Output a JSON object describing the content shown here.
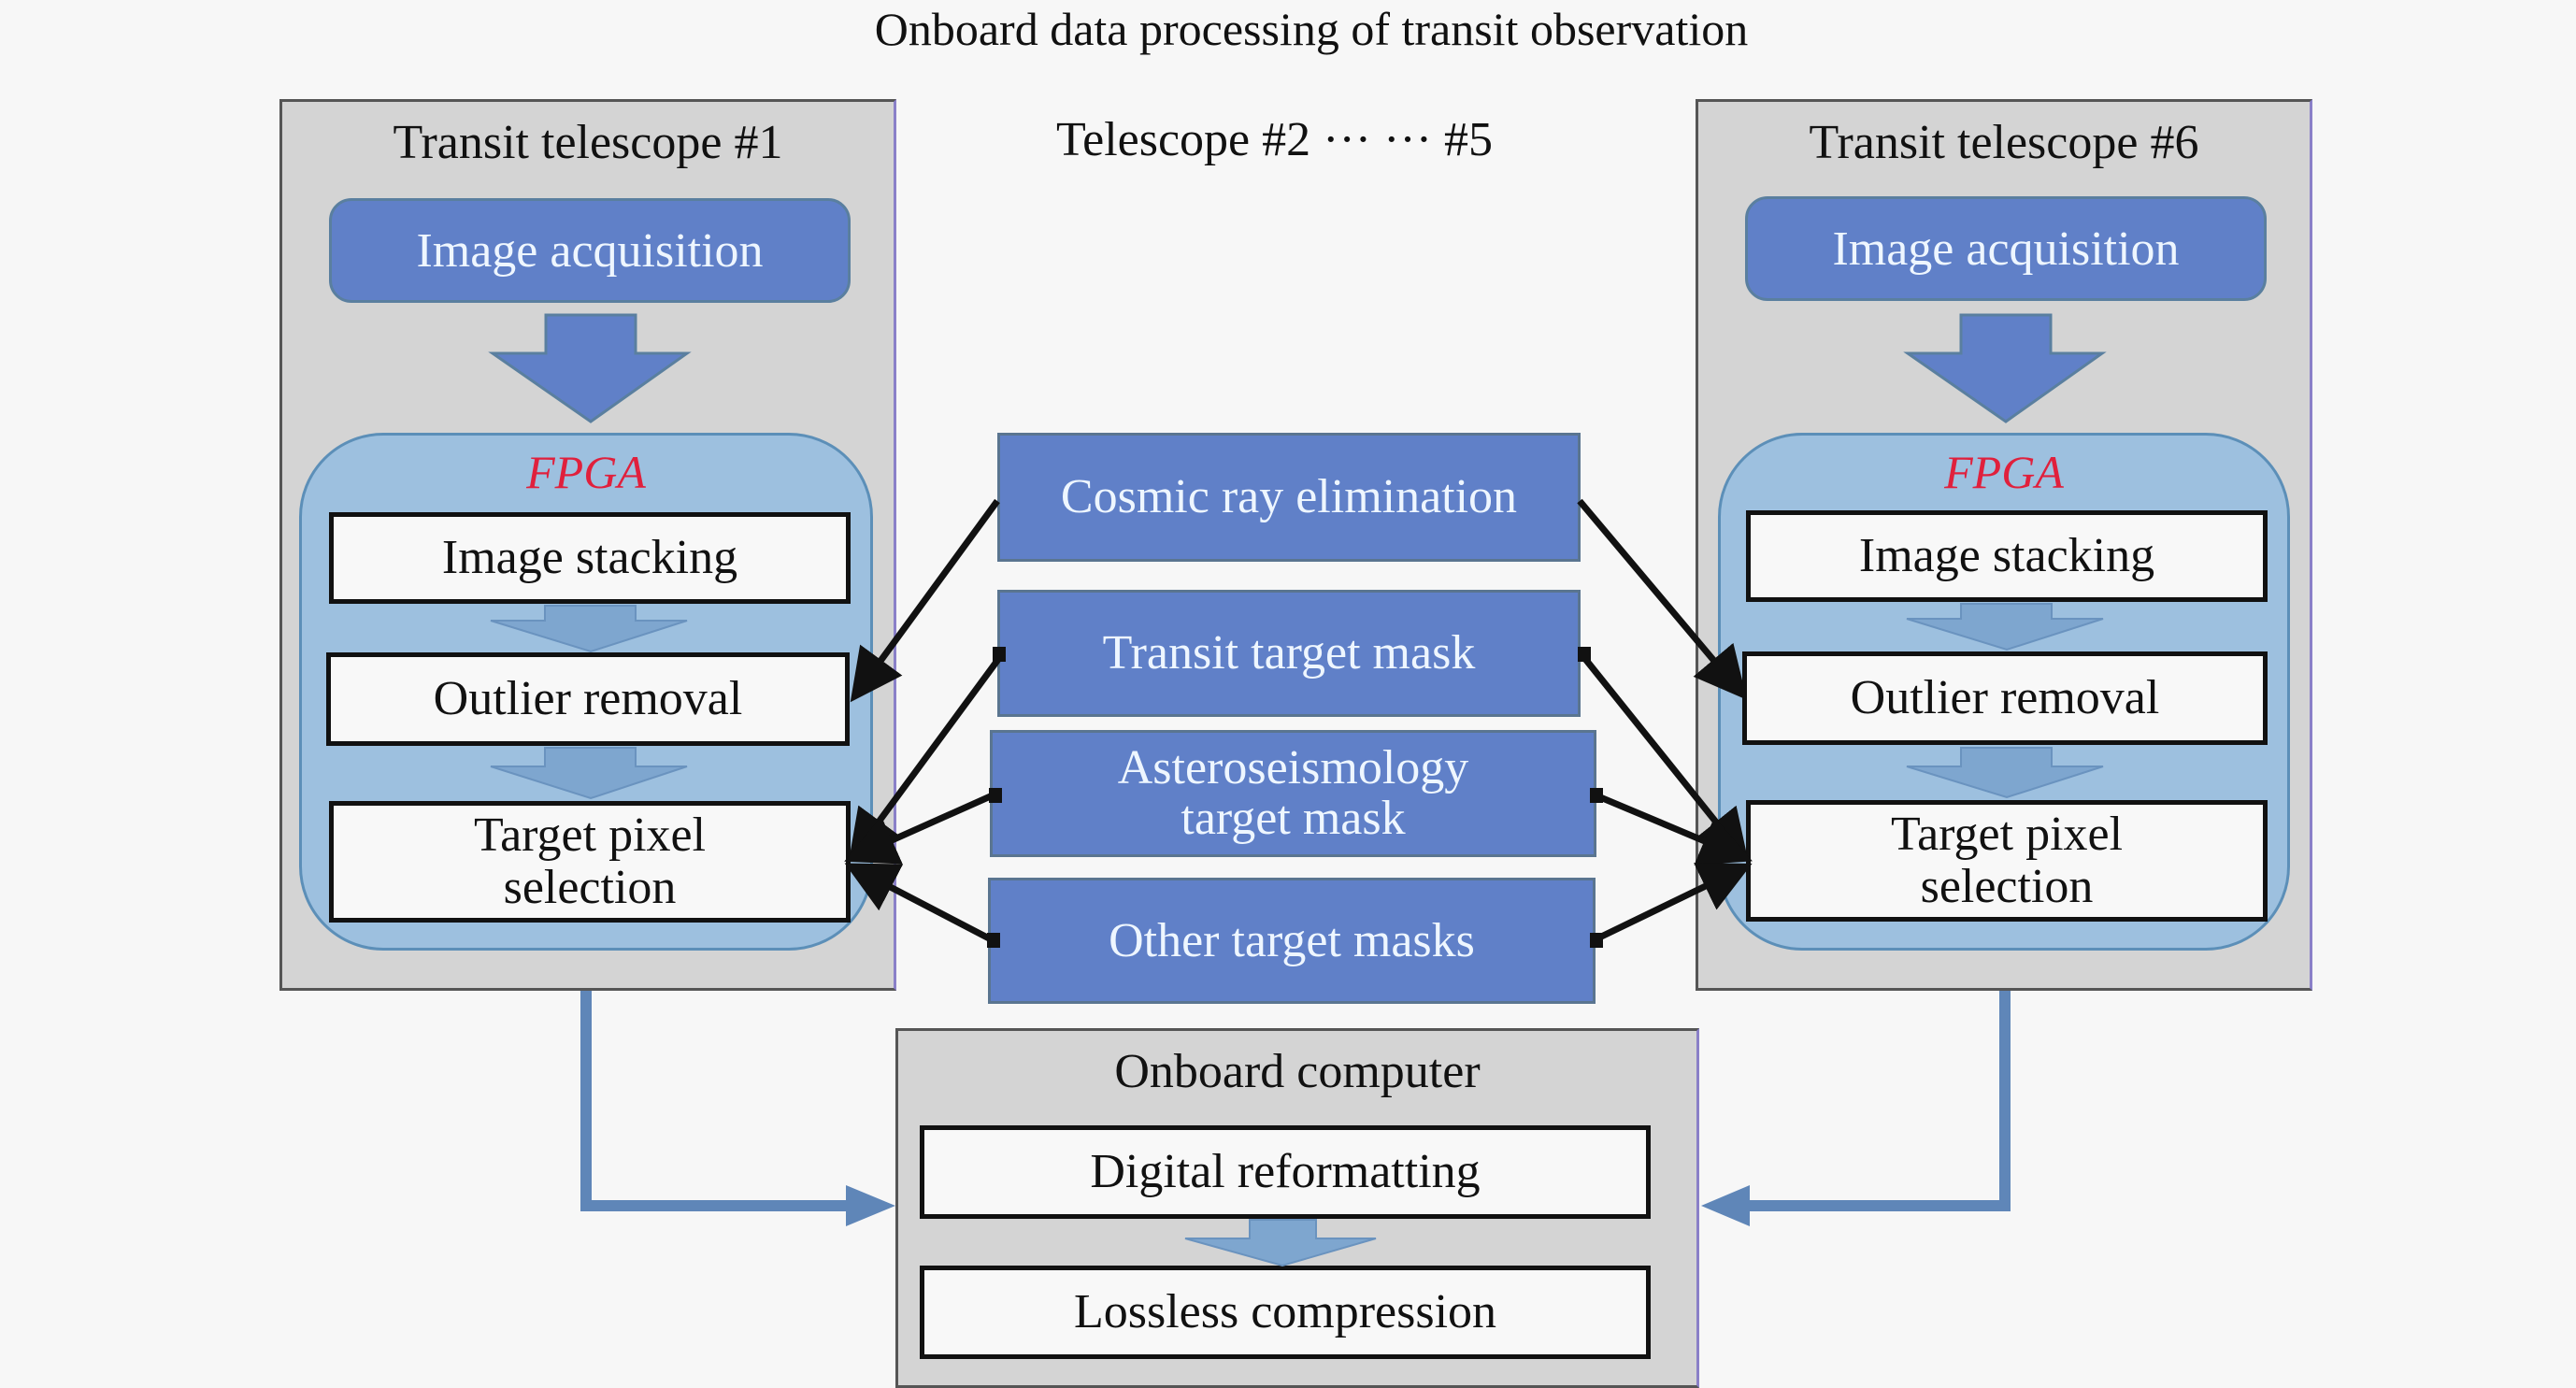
{
  "title": "Onboard data processing of transit observation",
  "middle_label": "Telescope #2 ··· ··· #5",
  "telescope_left": {
    "title": "Transit telescope #1",
    "acquisition": "Image acquisition",
    "fpga_label": "FPGA",
    "steps": [
      "Image stacking",
      "Outlier removal",
      "Target pixel",
      "selection"
    ]
  },
  "telescope_right": {
    "title": "Transit telescope #6",
    "acquisition": "Image acquisition",
    "fpga_label": "FPGA",
    "steps": [
      "Image stacking",
      "Outlier removal",
      "Target pixel",
      "selection"
    ]
  },
  "masks": {
    "cosmic": "Cosmic ray elimination",
    "transit": "Transit target mask",
    "astero_line1": "Asteroseismology",
    "astero_line2": "target mask",
    "other": "Other target masks"
  },
  "computer": {
    "title": "Onboard computer",
    "steps": [
      "Digital reformatting",
      "Lossless compression"
    ]
  },
  "colors": {
    "panel": "#d4d4d4",
    "process_blue": "#6080c8",
    "fpga_blue": "#9dc0df",
    "fpga_label_red": "#e0203c",
    "flow_arrow": "#5f86b8"
  }
}
